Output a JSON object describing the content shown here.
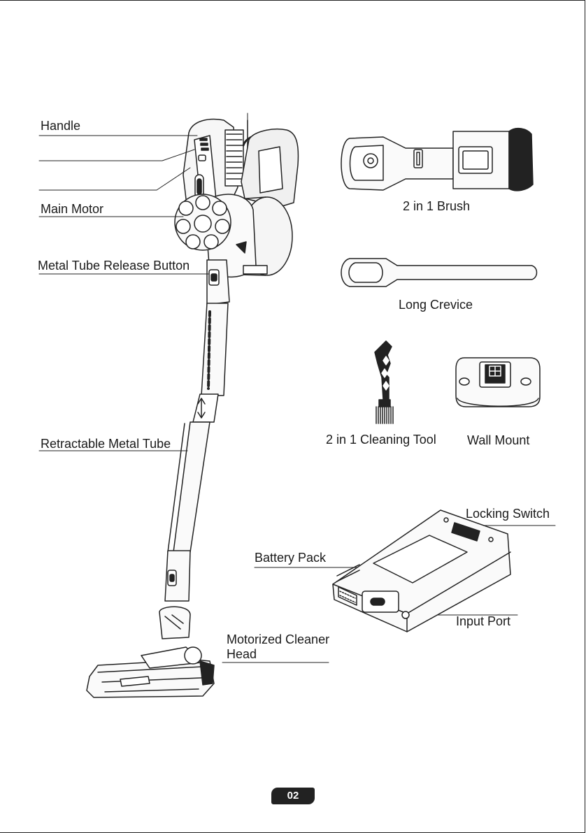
{
  "labels": {
    "handle": "Handle",
    "main_motor": "Main Motor",
    "metal_tube_release": "Metal Tube Release Button",
    "retractable_tube": "Retractable Metal Tube",
    "motorized_head": "Motorized Cleaner Head",
    "brush_2in1": "2 in 1 Brush",
    "long_crevice": "Long Crevice",
    "cleaning_tool": "2 in 1 Cleaning Tool",
    "wall_mount": "Wall Mount",
    "locking_switch": "Locking Switch",
    "battery_pack": "Battery Pack",
    "input_port": "Input Port"
  },
  "page_number": "02"
}
